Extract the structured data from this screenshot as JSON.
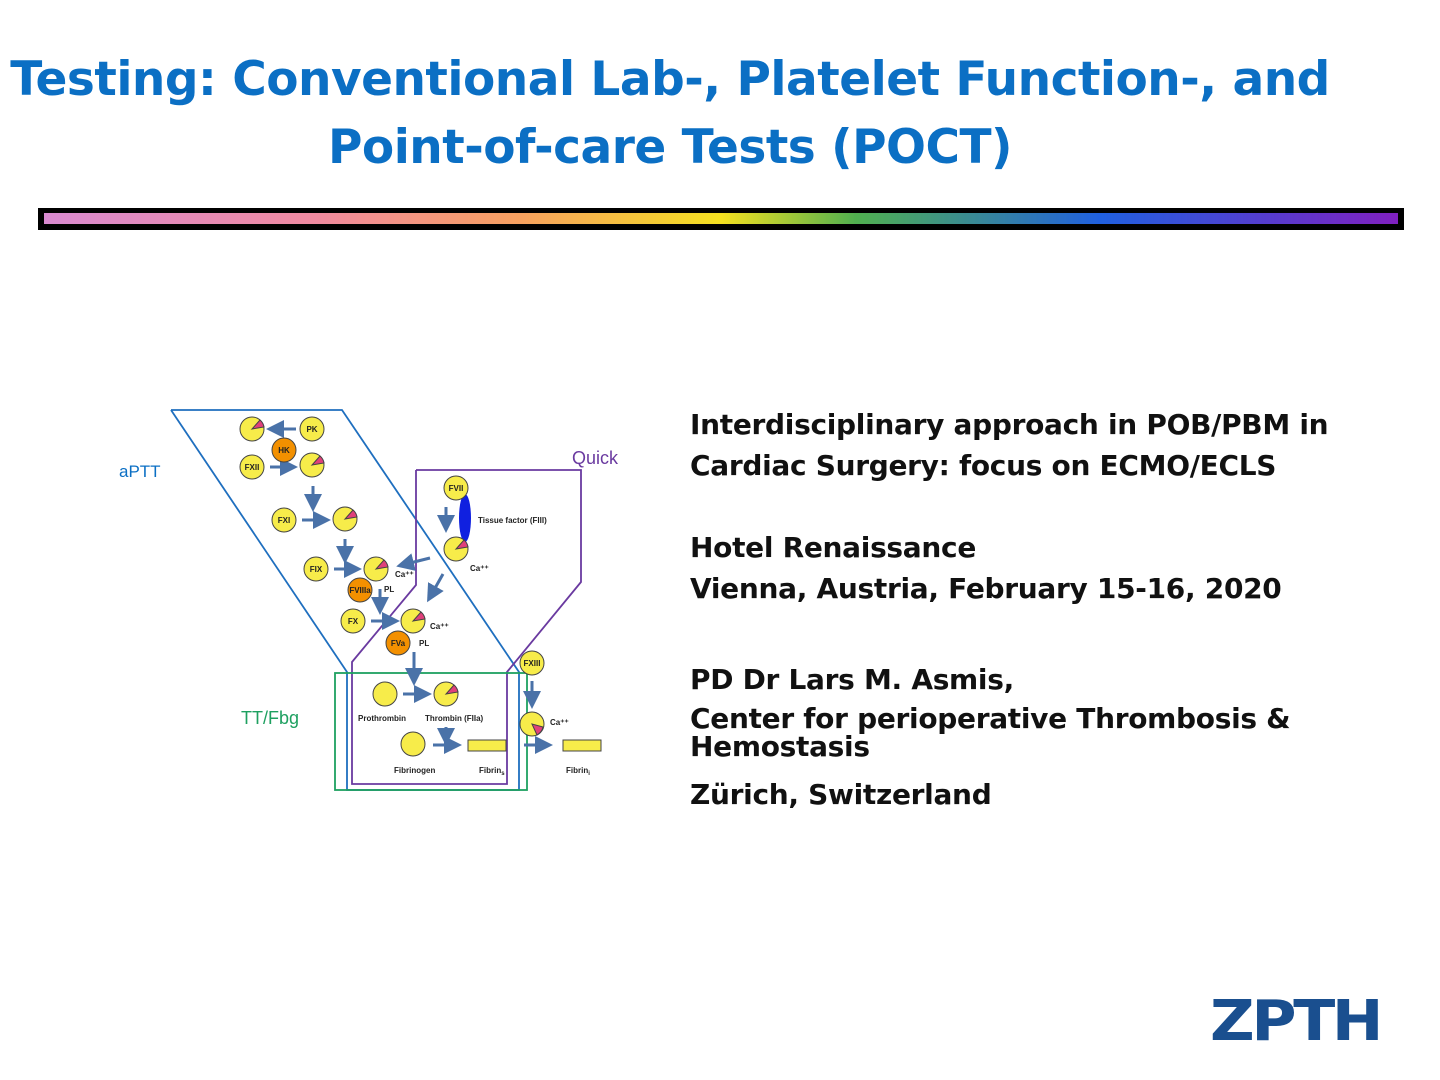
{
  "title": {
    "line1": "Testing: Conventional Lab-, Platelet Function-, and",
    "line2": "Point-of-care Tests (POCT)"
  },
  "info": {
    "event_line1": "Interdisciplinary approach in POB/PBM in",
    "event_line2": "Cardiac Surgery: focus on ECMO/ECLS",
    "venue": "Hotel Renaissance",
    "location_date": "Vienna, Austria, February 15-16, 2020",
    "speaker": "PD Dr Lars M. Asmis,",
    "institution_line1": "Center for perioperative Thrombosis &",
    "institution_line2": "Hemostasis",
    "city": "Zürich, Switzerland"
  },
  "diagram": {
    "aptt": "aPTT",
    "quick": "Quick",
    "tt_fbg": "TT/Fbg",
    "pk": "PK",
    "hk": "HK",
    "fxii": "FXII",
    "fxi": "FXI",
    "fix": "FIX",
    "fviiia": "FVIIIa",
    "fx": "FX",
    "fva": "FVa",
    "fvii": "FVII",
    "fxiii": "FXIII",
    "tissue_factor": "Tissue factor (FIII)",
    "ca": "Ca⁺⁺",
    "pl": "PL",
    "prothrombin": "Prothrombin",
    "thrombin": "Thrombin (FIIa)",
    "fibrinogen": "Fibrinogen",
    "fibrin": "Fibrin",
    "sub_s": "s",
    "sub_i": "i"
  },
  "logo": {
    "text": "ZPTH",
    "color": "#1a4f8f"
  },
  "colors": {
    "title": "#0b6fc4",
    "aptt": "#0b6fc4",
    "quick": "#6a3aa0",
    "tt": "#1ea060",
    "factor": "#f7ec4a",
    "active": "#f39000",
    "wedge": "#e0407a"
  }
}
